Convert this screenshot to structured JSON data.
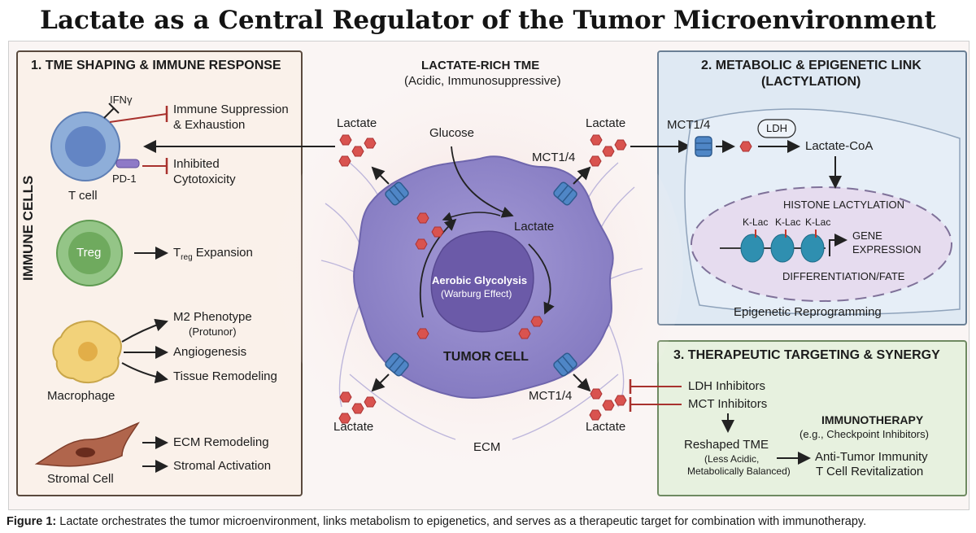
{
  "title": "Lactate as a Central Regulator of the Tumor Microenvironment (TME)",
  "left_panel": {
    "header": "1. TME SHAPING & IMMUNE RESPONSE",
    "side_label": "IMMUNE CELLS",
    "tcell": {
      "label": "T cell",
      "ifn": "IFNγ",
      "pd1": "PD-1",
      "effect1": [
        "Immune Suppression",
        "& Exhaustion"
      ],
      "effect2": [
        "Inhibited",
        "Cytotoxicity"
      ]
    },
    "treg": {
      "cell_label": "Treg",
      "effect_main": "T",
      "effect_sub": "reg",
      "effect_rest": " Expansion"
    },
    "macrophage": {
      "label": "Macrophage",
      "effects": [
        "M2 Phenotype",
        "(Protunor)",
        "Angiogenesis",
        "Tissue Remodeling"
      ]
    },
    "stromal": {
      "label": "Stromal Cell",
      "effects": [
        "ECM Remodeling",
        "Stromal Activation"
      ]
    }
  },
  "center": {
    "header": "LACTATE-RICH TME",
    "subheader": "(Acidic, Immunosuppressive)",
    "lactate": "Lactate",
    "glucose": "Glucose",
    "mct": "MCT1/4",
    "inner_lactate": "Lactate",
    "glycolysis": "Aerobic Glycolysis",
    "warburg": "(Warburg Effect)",
    "tumor_cell": "TUMOR CELL",
    "ecm": "ECM"
  },
  "tr_panel": {
    "header1": "2. METABOLIC & EPIGENETIC LINK",
    "header2": "(LACTYLATION)",
    "mct": "MCT1/4",
    "ldh": "LDH",
    "lactate_coa": "Lactate-CoA",
    "histone": "HISTONE LACTYLATION",
    "klac": [
      "K-Lac",
      "K-Lac",
      "K-Lac"
    ],
    "gene1": "GENE",
    "gene2": "EXPRESSION",
    "diff": "DIFFERENTIATION/FATE",
    "epi": "Epigenetic Reprogramming"
  },
  "br_panel": {
    "header": "3. THERAPEUTIC TARGETING & SYNERGY",
    "ldh_inh": "LDH Inhibitors",
    "mct_inh": "MCT Inhibitors",
    "reshaped": "Reshaped TME",
    "less_acidic": "(Less Acidic,",
    "balanced": "Metabolically Balanced)",
    "immuno": "IMMUNOTHERAPY",
    "checkpoint": "(e.g., Checkpoint Inhibitors)",
    "anti_tumor": "Anti-Tumor Immunity",
    "revital": "T Cell Revitalization"
  },
  "caption": {
    "label": "Figure 1:",
    "text": " Lactate orchestrates the tumor microenvironment, links metabolism to epigenetics, and serves as a therapeutic target for combination with immunotherapy."
  },
  "colors": {
    "lactate_hex": "#d9534f",
    "tumor": "#8f86c9",
    "nucleus": "#6b5aa8",
    "tcell": "#6d8ec8",
    "treg": "#7fb86f",
    "macrophage": "#f2d27a",
    "stromal": "#a0523c",
    "transporter": "#4f86c6",
    "inhibitor": "#a8322e"
  }
}
